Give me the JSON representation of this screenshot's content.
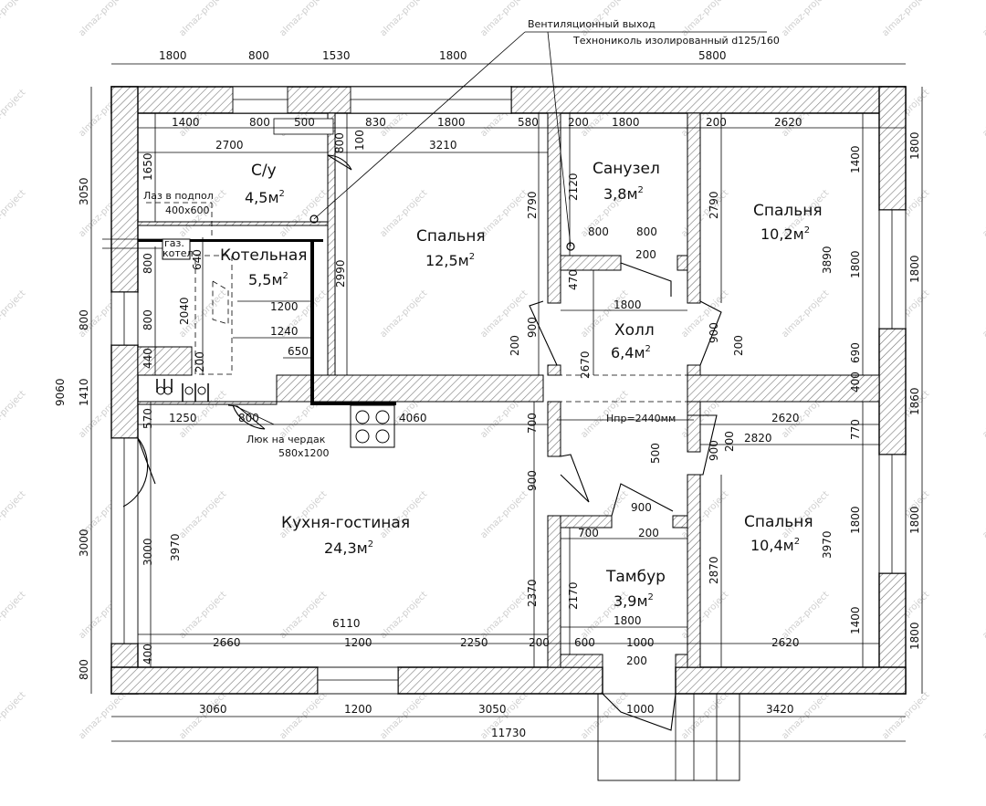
{
  "annotation": {
    "vent_line1": "Вентиляционный выход",
    "vent_line2": "Технониколь изолированный  d125/160",
    "ceiling_height": "Нпр=2440мм",
    "attic_hatch_line1": "Люк на чердак",
    "attic_hatch_line2": "580х1200",
    "floor_hatch_line1": "Лаз в подпол",
    "floor_hatch_line2": "400х600",
    "gas_boiler_line1": "газ.",
    "gas_boiler_line2": "котел"
  },
  "rooms": {
    "wc": {
      "name": "С/у",
      "area": "4,5м",
      "sup": "2"
    },
    "bedroom1": {
      "name": "Спальня",
      "area": "12,5м",
      "sup": "2"
    },
    "bathroom": {
      "name": "Санузел",
      "area": "3,8м",
      "sup": "2"
    },
    "bedroom2": {
      "name": "Спальня",
      "area": "10,2м",
      "sup": "2"
    },
    "boiler": {
      "name": "Котельная",
      "area": "5,5м",
      "sup": "2"
    },
    "hall": {
      "name": "Холл",
      "area": "6,4м",
      "sup": "2"
    },
    "kitchen": {
      "name": "Кухня-гостиная",
      "area": "24,3м",
      "sup": "2"
    },
    "bedroom3": {
      "name": "Спальня",
      "area": "10,4м",
      "sup": "2"
    },
    "vestibule": {
      "name": "Тамбур",
      "area": "3,9м",
      "sup": "2"
    }
  },
  "dimensions": {
    "top_outer": [
      "1800",
      "800",
      "1530",
      "1800",
      "5800"
    ],
    "top_inner": [
      "1400",
      "800",
      "500",
      "830",
      "1800",
      "580",
      "200",
      "1800",
      "200",
      "2620"
    ],
    "row_2700": "2700",
    "row_3210": "3210",
    "left_outer": [
      "3050",
      "800",
      "1410",
      "3000",
      "800"
    ],
    "left_total": "9060",
    "left_inner": [
      "1650",
      "800",
      "800",
      "440",
      "570",
      "3000",
      "400"
    ],
    "wc_inner": [
      "800",
      "100"
    ],
    "boiler": [
      "640",
      "2040",
      "1200",
      "1240",
      "650",
      "200"
    ],
    "bedroom1_height": "2990",
    "bathroom_height": "2120",
    "bathroom_width": [
      "800",
      "800",
      "200"
    ],
    "hall": [
      "470",
      "1800",
      "900",
      "900",
      "200",
      "200",
      "2670"
    ],
    "partition_2790a": "2790",
    "partition_2790b": "2790",
    "bedroom2": [
      "1400",
      "1800",
      "690",
      "400",
      "3890"
    ],
    "right_outer": [
      "1800",
      "1800",
      "1860",
      "1800",
      "1800"
    ],
    "kitchen_top": [
      "1250",
      "800",
      "4060",
      "700",
      "900",
      "500"
    ],
    "kitchen_height": "3970",
    "vestibule": [
      "900",
      "700",
      "200",
      "2170",
      "1800",
      "600",
      "1000",
      "200",
      "1000"
    ],
    "hall_right": [
      "2620",
      "770",
      "900",
      "200",
      "2820"
    ],
    "bedroom3": [
      "1800",
      "1400",
      "3970",
      "2870"
    ],
    "kitchen_6110": "6110",
    "kitchen_2370": "2370",
    "bottom_inner": [
      "2660",
      "1200",
      "2250",
      "200",
      "2620"
    ],
    "bottom_outer": [
      "3060",
      "1200",
      "3050",
      "1000",
      "3420"
    ],
    "bottom_total": "11730"
  },
  "watermark": "almaz-project"
}
